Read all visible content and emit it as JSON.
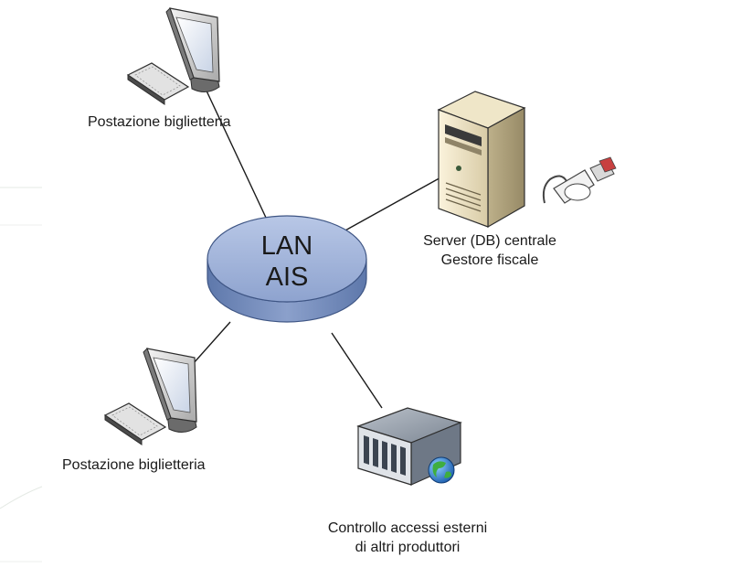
{
  "hub": {
    "line1": "LAN",
    "line2": "AIS"
  },
  "nodes": {
    "workstation_top": {
      "label": "Postazione biglietteria",
      "icon": "desktop-computer-icon"
    },
    "workstation_bottom": {
      "label": "Postazione biglietteria",
      "icon": "desktop-computer-icon"
    },
    "server": {
      "line1": "Server (DB) centrale",
      "line2": "Gestore fiscale",
      "icon": "tower-server-icon"
    },
    "access_control": {
      "line1": "Controllo accessi esterni",
      "line2": "di altri produttori",
      "icon": "rack-server-globe-icon"
    }
  },
  "colors": {
    "hub_fill": "#9fb3d6",
    "hub_side": "#6f88b8",
    "line": "#1a1a1a"
  }
}
